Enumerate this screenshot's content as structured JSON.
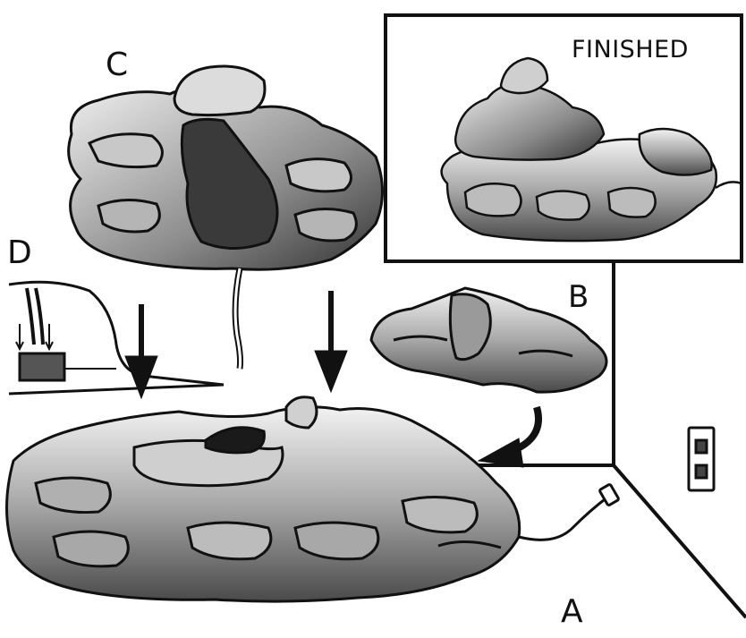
{
  "labels": {
    "part_a": "A",
    "part_b": "B",
    "part_c": "C",
    "part_d": "D",
    "finished": "FINISHED"
  },
  "colors": {
    "ink": "#111111",
    "rock_light": "#d9d9d9",
    "rock_mid": "#9a9a9a",
    "rock_dark": "#3a3a3a",
    "pump": "#555555",
    "paper": "#ffffff"
  }
}
